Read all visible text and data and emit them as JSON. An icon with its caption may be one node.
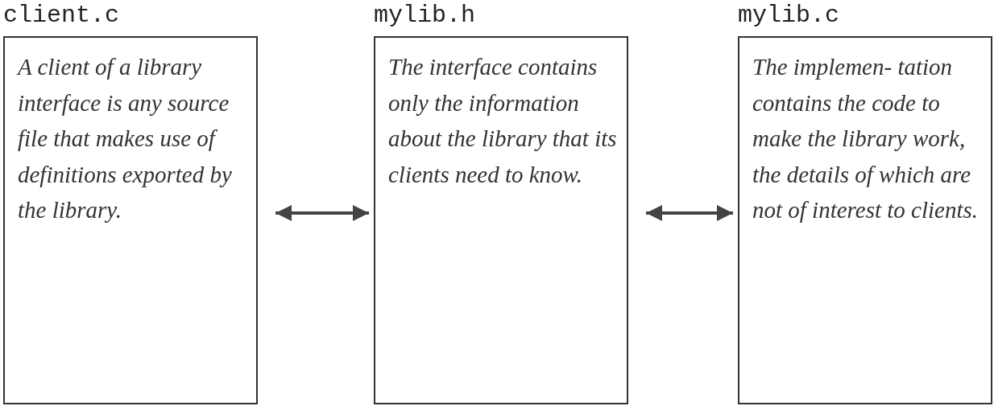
{
  "diagram": {
    "nodes": [
      {
        "text": [
          "client.c",
          "A client of a library interface is any source file that makes use of definitions exported by the library."
        ]
      },
      {
        "text": [
          "mylib.h",
          "The interface contains only the information about the library that its clients need to know."
        ]
      },
      {
        "text": [
          "mylib.c",
          "The implemen- tation contains the code to make the library work, the details of which are not of interest to clients."
        ]
      }
    ],
    "edges": [
      {
        "from": 0,
        "to": 1,
        "arrow": "both"
      },
      {
        "from": 1,
        "to": 2,
        "arrow": "both"
      }
    ]
  }
}
